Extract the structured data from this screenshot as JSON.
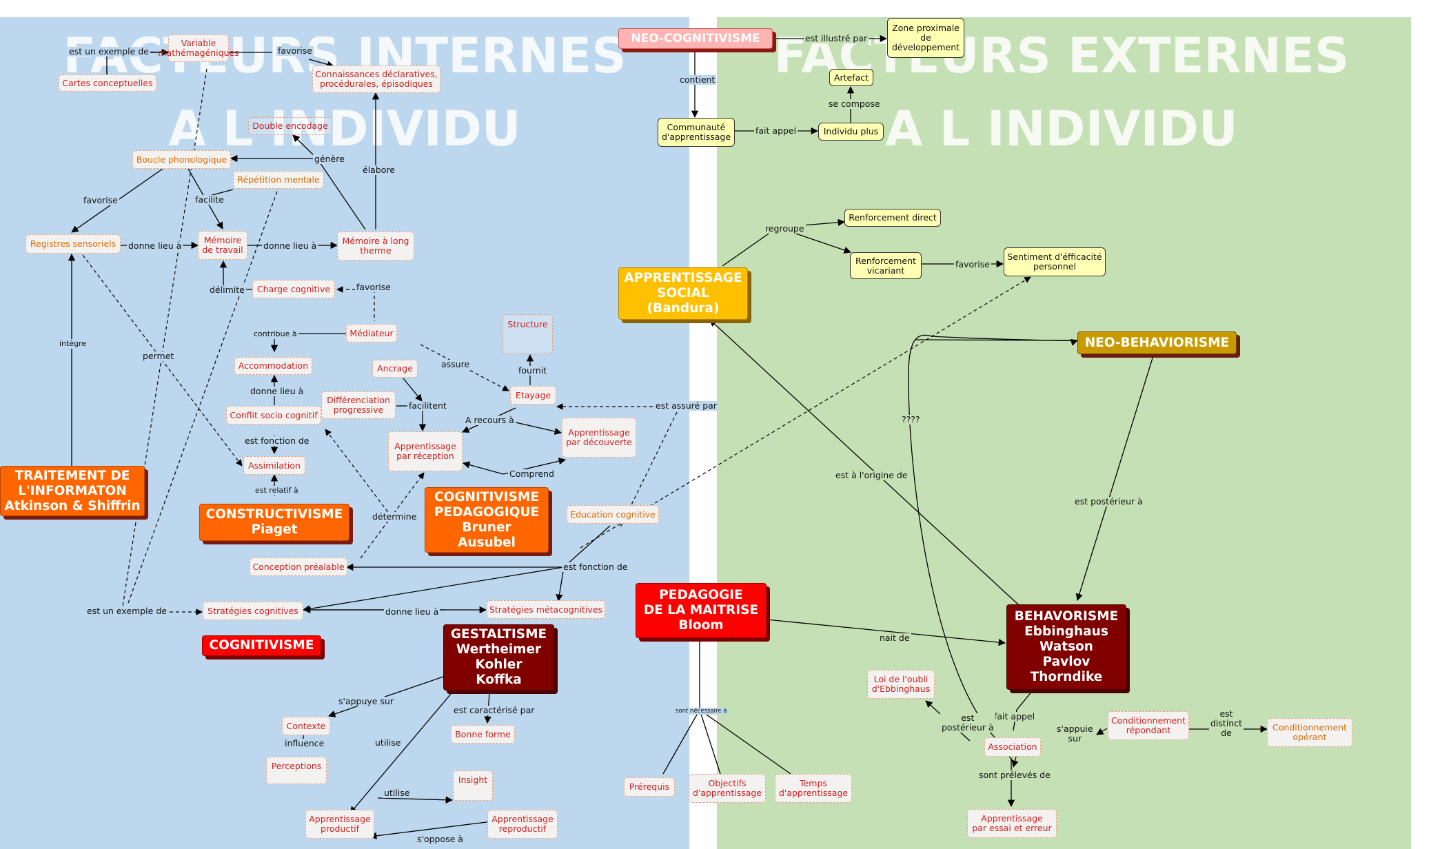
{
  "panels": {
    "internal_title": "FACTEURS INTERNES A L INDIVIDU",
    "external_title": "FACTEURS EXTERNES A L INDIVIDU",
    "internal_color": "#bdd7ee",
    "external_color": "#c5e0b4"
  },
  "concepts": {
    "variable_mathemageniques": "Variable\nmathémagéniques",
    "cartes_conceptuelles": "Cartes conceptuelles",
    "connaissances": "Connaissances déclaratives,\nprocédurales, épisodiques",
    "double_encodage": "Double encodage",
    "boucle_phonologique": "Boucle phonologique",
    "repetition_mentale": "Répétition mentale",
    "registres_sensoriels": "Registres sensoriels",
    "memoire_travail": "Mémoire\nde travail",
    "memoire_long_terme": "Mémoire à long\nthermе",
    "charge_cognitive": "Charge cognitive",
    "structure": "Structure",
    "mediateur": "Médiateur",
    "accommodation": "Accommodation",
    "ancrage": "Ancrage",
    "etayage": "Etayage",
    "differenciation": "Différenciation\nprogressive",
    "conflit_socio": "Conflit socio cognitif",
    "apprentissage_reception": "Apprentissage\npar réception",
    "apprentissage_decouverte": "Apprentissage\npar découverte",
    "assimilation": "Assimilation",
    "education_cognitive": "Education cognitive",
    "conception_prealable": "Conception préalable",
    "strategies_cognitives": "Stratégies cognitives",
    "strategies_metacognitives": "Stratégies métacognitives",
    "contexte": "Contexte",
    "bonne_forme": "Bonne forme",
    "perceptions": "Perceptions",
    "insight": "Insight",
    "apprentissage_productif": "Apprentissage\nproductif",
    "apprentissage_reproductif": "Apprentissage\nreproductif",
    "prerequis": "Prérequis",
    "objectifs": "Objectifs\nd'apprentissage",
    "temps": "Temps\nd'apprentissage",
    "loi_oubli": "Loi de l'oubli\nd'Ebbinghaus",
    "conditionnement_repondant": "Conditionnement\nrépondant",
    "conditionnement_operant": "Conditionnement\nopérant",
    "association": "Association",
    "essai_erreur": "Apprentissage\npar essai et erreur"
  },
  "yellow": {
    "zone_proximale": "Zone proximale\nde\ndéveloppement",
    "artefact": "Artefact",
    "communaute": "Communauté\nd'apprentissage",
    "individu_plus": "Individu plus",
    "renforcement_direct": "Renforcement direct",
    "renforcement_vicariant": "Renforcement\nvicariant",
    "sentiment": "Sentiment d'éfficacité\npersonnel"
  },
  "theories": {
    "neo_cognitivisme": "NEO-COGNITIVISME",
    "apprentissage_social": "APPRENTISSAGE\nSOCIAL\n(Bandura)",
    "neo_behaviorisme": "NEO-BEHAVIORISME",
    "traitement_information": "TRAITEMENT DE\nL'INFORMATON\nAtkinson & Shiffrin",
    "constructivisme": "CONSTRUCTIVISME\nPiaget",
    "cognitivisme_pedagogique": "COGNITIVISME\nPEDAGOGIQUE\nBruner\nAusubel",
    "pedagogie_maitrise": "PEDAGOGIE\nDE LA MAITRISE\nBloom",
    "behaviorisme": "BEHAVORISME\nEbbinghaus\nWatson\nPavlov\nThorndike",
    "cognitivisme": "COGNITIVISME",
    "gestaltisme": "GESTALTISME\nWertheimer\nKohler\nKoffka"
  },
  "links": {
    "est_un_exemple_de_1": "est un exemple de",
    "favorise_1": "favorise",
    "genere": "génère",
    "elabore": "élabore",
    "favorise_2": "favorise",
    "facilite": "facilite",
    "donne_lieu_1": "donne lieu à",
    "donne_lieu_2": "donne lieu à",
    "delimite": "délimite",
    "favorise_3": "favorise",
    "contribue": "contribue à",
    "integre": "intègre",
    "permet": "permet",
    "assure": "assure",
    "fournit": "fournit",
    "donne_lieu_3": "donne lieu à",
    "facilitent": "facilitent",
    "a_recours": "A recours à",
    "est_assure_par": "est assuré par",
    "est_fonction_1": "est fonction de",
    "comprend": "Comprend",
    "est_relatif": "est relatif à",
    "determine": "détermine",
    "est_fonction_2": "est fonction de",
    "est_un_exemple_de_2": "est un exemple de",
    "donne_lieu_4": "donne lieu à",
    "s_appuye_sur": "s'appuye sur",
    "est_caracterise": "est caractérisé par",
    "influence": "influence",
    "utilise_1": "utilise",
    "utilise_2": "utilise",
    "s_oppose": "s'oppose à",
    "est_illustre": "est illustré par",
    "contient": "contient",
    "se_compose": "se compose",
    "fait_appel_1": "fait appel",
    "regroupe": "regroupe",
    "favorise_4": "favorise",
    "question": "????",
    "est_a_l_origine": "est à l'origine de",
    "est_posterieur_1": "est postérieur à",
    "nait_de": "nait de",
    "sont_necessaire": "sont nécessaire à",
    "fait_appel_2": "fait appel",
    "est_posterieur_2": "est\npostérieur à",
    "s_appuie_sur": "s'appuie\nsur",
    "est_distinct": "est\ndistinct\nde",
    "sont_preleves": "sont prélevés de"
  }
}
